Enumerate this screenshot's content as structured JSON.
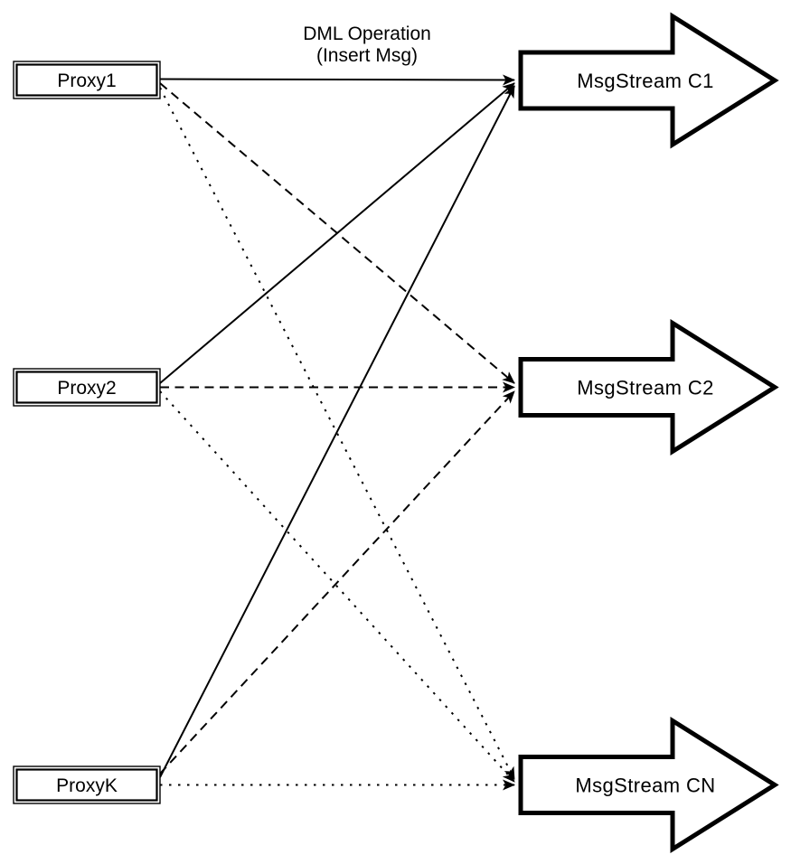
{
  "diagram": {
    "background_color": "#ffffff",
    "stroke_color": "#000000",
    "annotation": {
      "line1": "DML Operation",
      "line2": "(Insert Msg)"
    },
    "proxies": [
      {
        "label": "Proxy1"
      },
      {
        "label": "Proxy2"
      },
      {
        "label": "ProxyK"
      }
    ],
    "streams": [
      {
        "label": "MsgStream C1"
      },
      {
        "label": "MsgStream C2"
      },
      {
        "label": "MsgStream CN"
      }
    ],
    "edges": [
      {
        "from": "Proxy1",
        "to": "MsgStream C1",
        "line_style": "solid"
      },
      {
        "from": "Proxy2",
        "to": "MsgStream C1",
        "line_style": "solid"
      },
      {
        "from": "ProxyK",
        "to": "MsgStream C1",
        "line_style": "solid"
      },
      {
        "from": "Proxy1",
        "to": "MsgStream C2",
        "line_style": "dashed"
      },
      {
        "from": "Proxy2",
        "to": "MsgStream C2",
        "line_style": "dashed"
      },
      {
        "from": "ProxyK",
        "to": "MsgStream C2",
        "line_style": "dashed"
      },
      {
        "from": "Proxy1",
        "to": "MsgStream CN",
        "line_style": "dotted"
      },
      {
        "from": "Proxy2",
        "to": "MsgStream CN",
        "line_style": "dotted"
      },
      {
        "from": "ProxyK",
        "to": "MsgStream CN",
        "line_style": "dotted"
      }
    ]
  }
}
